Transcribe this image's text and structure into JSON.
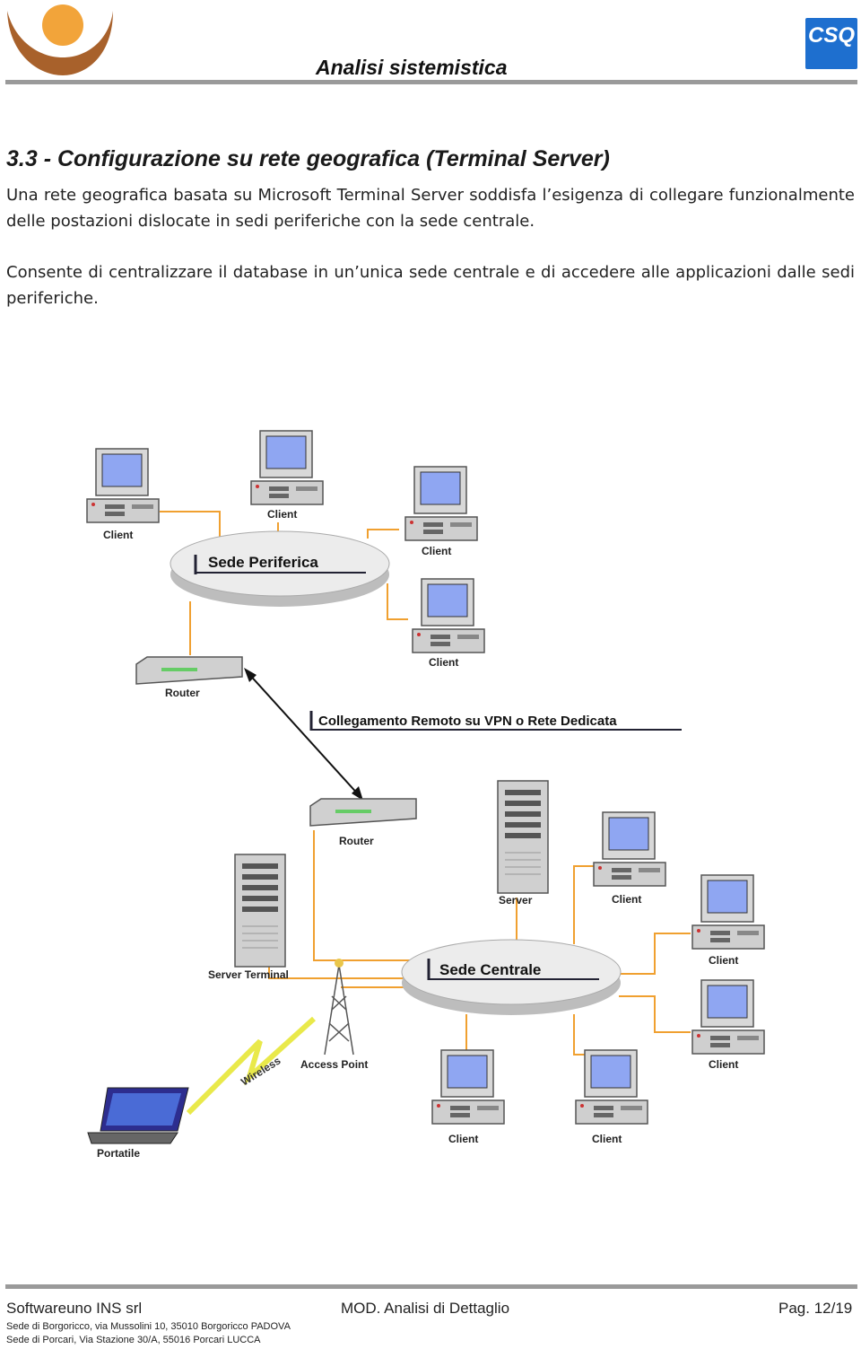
{
  "header": {
    "title": "Analisi sistemistica",
    "badge": "CSQ",
    "badge_color": "#1e6fcf",
    "logo_colors": {
      "sun": "#f2a43a",
      "arc": "#a8612b"
    }
  },
  "section": {
    "heading": "3.3 - Configurazione su rete geografica (Terminal Server)",
    "paragraphs": [
      "Una rete geografica basata su Microsoft Terminal Server soddisfa l’esigenza di collegare funzionalmente delle postazioni dislocate in sedi periferiche con la sede centrale.",
      "Consente di centralizzare il database in un’unica sede centrale e di accedere alle applicazioni dalle sedi periferiche."
    ]
  },
  "diagram": {
    "hub_periferica": "Sede Periferica",
    "hub_centrale": "Sede Centrale",
    "link_label": "Collegamento Remoto su VPN o Rete Dedicata",
    "router_label": "Router",
    "client_label": "Client",
    "server_label": "Server",
    "server_terminal_label": "Server Terminal",
    "access_point_label": "Access Point",
    "wireless_label": "Wireless",
    "portatile_label": "Portatile",
    "colors": {
      "screen": "#8fa6f2",
      "line": "#f0a030",
      "hub": "#e6e6e6",
      "bolt": "#e9e94a"
    }
  },
  "footer": {
    "company": "Softwareuno INS srl",
    "module": "MOD. Analisi di Dettaglio",
    "page": "Pag. 12/19",
    "address1": "Sede di Borgoricco, via Mussolini 10, 35010 Borgoricco PADOVA",
    "address2": "Sede di Porcari, Via Stazione 30/A, 55016 Porcari LUCCA"
  }
}
